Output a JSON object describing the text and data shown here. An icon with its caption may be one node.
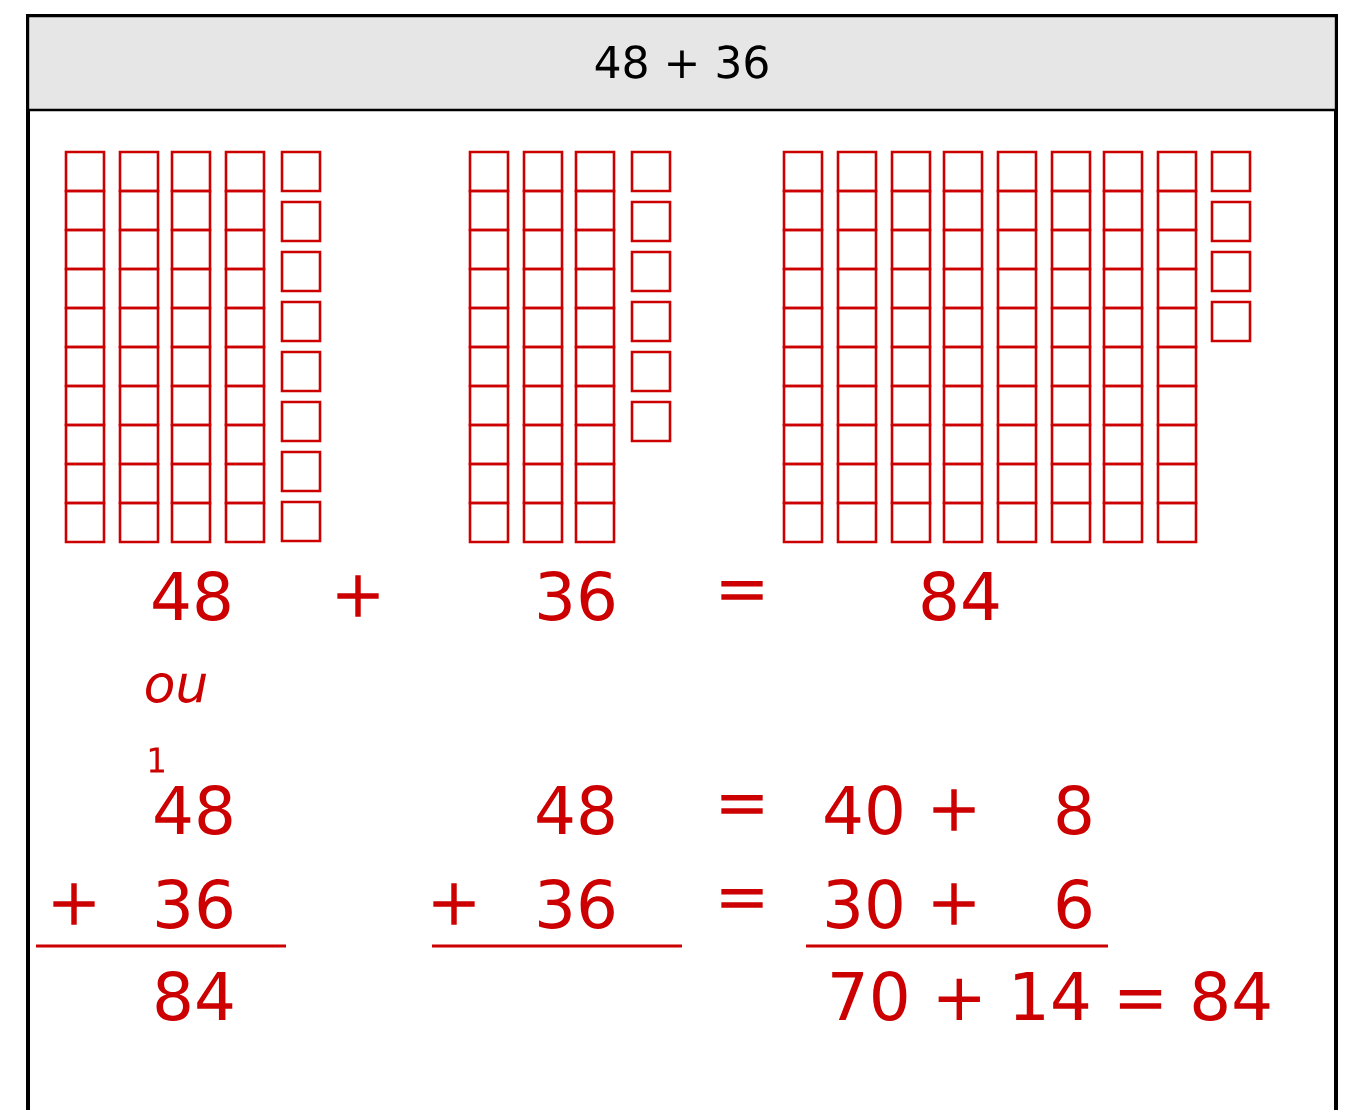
{
  "diagram": {
    "title": "48 + 36",
    "labels": [
      "48",
      "+",
      "36",
      "=",
      "84",
      "ou",
      "1",
      "48",
      "48",
      "=",
      "40",
      "+",
      "8",
      "+",
      "36",
      "+",
      "36",
      "=",
      "30",
      "+",
      "6",
      "84",
      "70 + 14 = 84"
    ]
  }
}
